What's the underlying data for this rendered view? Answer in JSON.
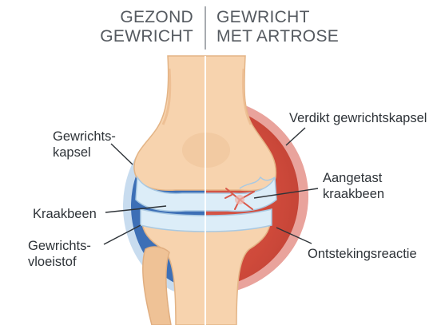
{
  "header": {
    "left_line1": "GEZOND",
    "left_line2": "GEWRICHT",
    "right_line1": "GEWRICHT",
    "right_line2": "MET ARTROSE"
  },
  "labels": {
    "capsule_line1": "Gewrichts-",
    "capsule_line2": "kapsel",
    "cartilage": "Kraakbeen",
    "fluid_line1": "Gewrichts-",
    "fluid_line2": "vloeistof",
    "thick_capsule": "Verdikt gewrichtskapsel",
    "damaged_line1": "Aangetast",
    "damaged_line2": "kraakbeen",
    "inflammation": "Ontstekingsreactie"
  },
  "colors": {
    "bone": "#f7d3ae",
    "bone_shade": "#eab88a",
    "cartilage": "#dcedf8",
    "healthy_fluid": "#3c6fb8",
    "healthy_capsule": "#c8dcef",
    "inflamed_capsule": "#e58a84",
    "inflamed_core": "#d04a3c",
    "title_text": "#555a60",
    "label_text": "#2e3338"
  }
}
